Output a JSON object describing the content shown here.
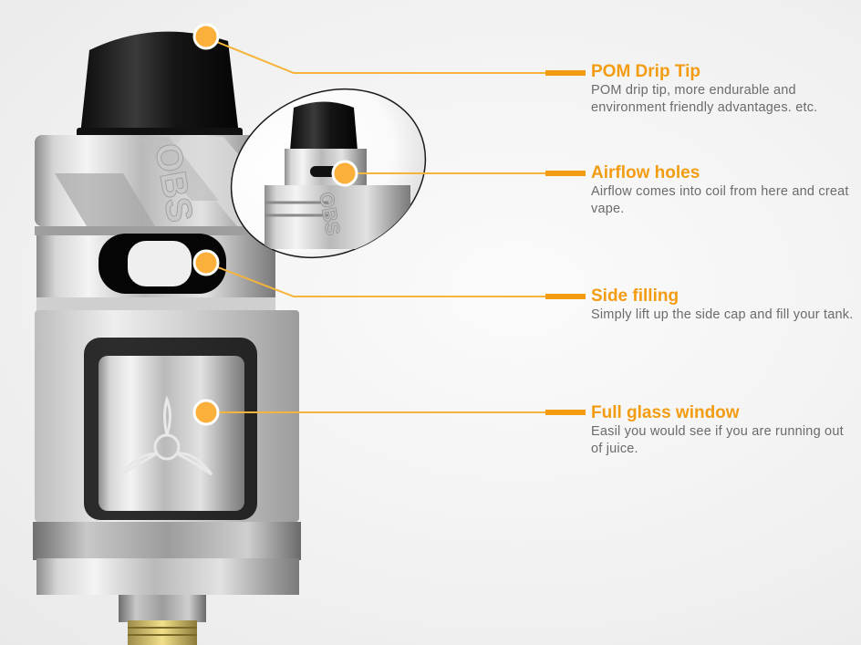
{
  "product": {
    "logo_text": "OBS",
    "accent_color": "#f39c12"
  },
  "features": [
    {
      "title": "POM Drip Tip",
      "description": "POM drip tip,  more endurable and environment friendly advantages. etc."
    },
    {
      "title": "Airflow holes",
      "description": "Airflow comes into coil  from here and creat vape."
    },
    {
      "title": "Side filling",
      "description": "Simply lift up the side cap and fill your tank."
    },
    {
      "title": "Full glass window",
      "description": "Easil you would see if you are running out of juice."
    }
  ]
}
